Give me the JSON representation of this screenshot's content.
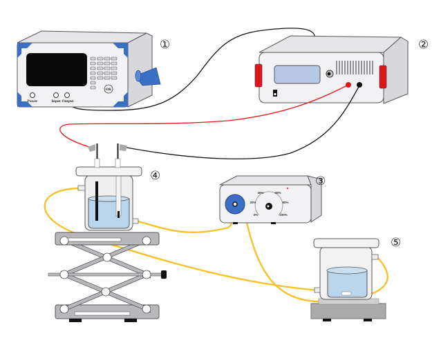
{
  "labels": {
    "device1": "①",
    "device2": "②",
    "device3": "③",
    "device4": "④",
    "device5": "⑤"
  },
  "function_generator": {
    "power_label": "Power",
    "input_label": "Input",
    "output_label": "Output",
    "ok_label": "OK"
  },
  "pump": {
    "dial_labels": [
      "0%",
      "20%",
      "40%",
      "60%",
      "80%",
      "100%"
    ]
  },
  "colors": {
    "frame_blue": "#3a6fc4",
    "handle_red": "#e0141b",
    "liquid": "#b8d5ec",
    "tube_yellow": "#f5c22b",
    "wire_red": "#e0141b",
    "wire_black": "#111111",
    "jack_gray": "#b8b8bc"
  }
}
